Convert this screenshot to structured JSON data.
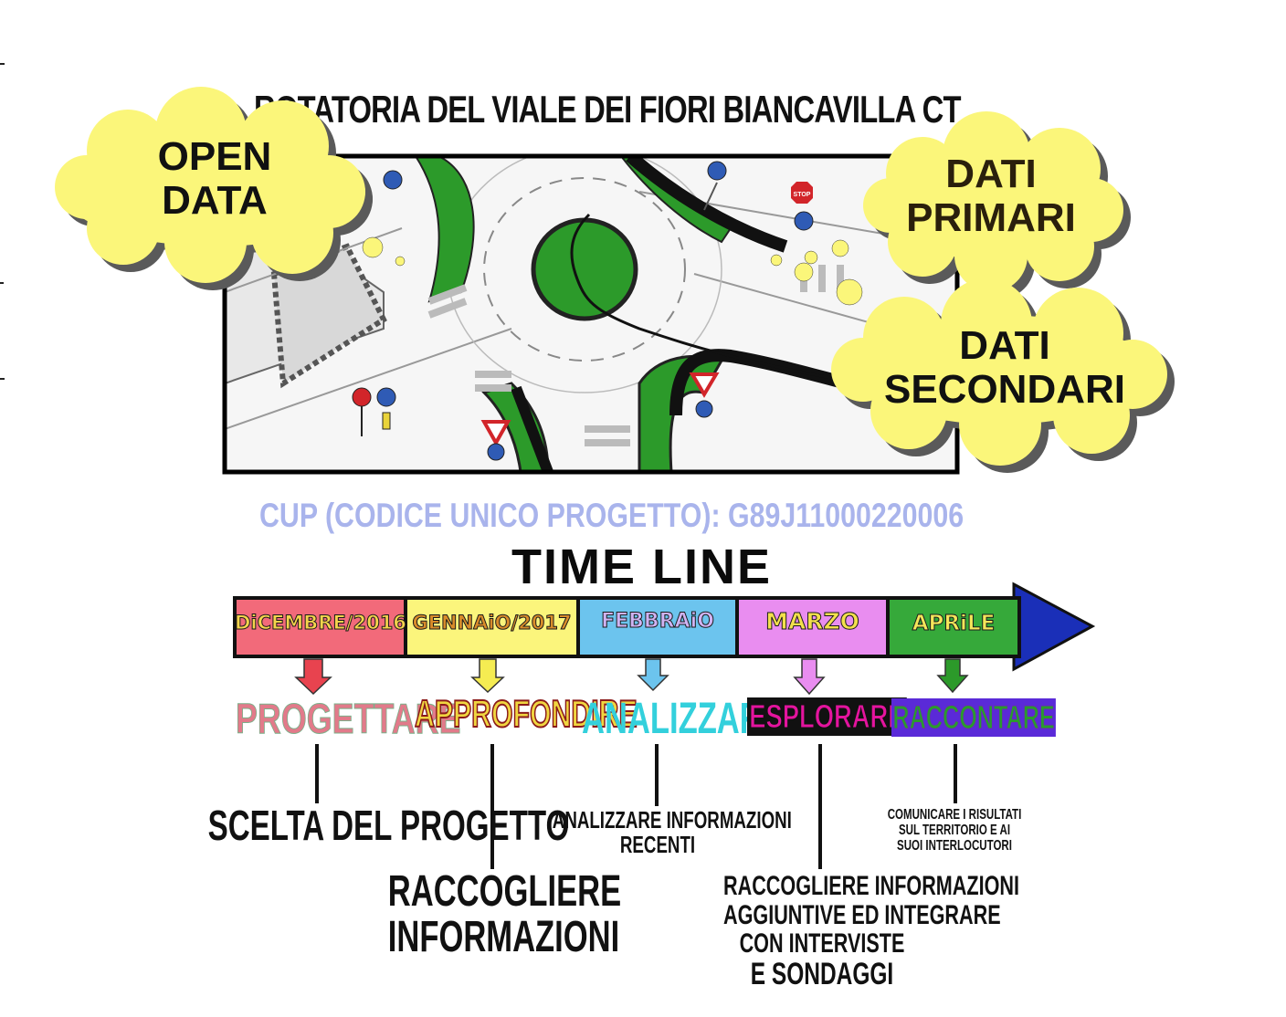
{
  "title": "ROTATORIA DEL VIALE DEI FIORI BIANCAVILLA CT",
  "clouds": {
    "open_data": [
      "OPEN",
      "DATA"
    ],
    "dati_primari": [
      "DATI",
      "PRIMARI"
    ],
    "dati_secondari": [
      "DATI",
      "SECONDARI"
    ]
  },
  "sign_stop": "STOP",
  "cup": "CUP (CODICE UNICO PROGETTO): G89J11000220006",
  "timeline_title": "TIME LINE",
  "months": [
    {
      "label": "DiCEMBRE/2016",
      "fill": "#f26a7a",
      "text_color": "#f5d44c"
    },
    {
      "label": "GENNAiO/2017",
      "fill": "#fbf57c",
      "text_color": "#d98c2a"
    },
    {
      "label": "FEBBRAiO",
      "fill": "#6cc4ee",
      "text_color": "#d0b3f2"
    },
    {
      "label": "MARZO",
      "fill": "#e98df0",
      "text_color": "#f3e04c"
    },
    {
      "label": "APRiLE",
      "fill": "#36a93a",
      "text_color": "#f5e65a"
    }
  ],
  "verbs": [
    {
      "label": "PROGETTARE",
      "color": "#e27a8a"
    },
    {
      "label": "APPROFONDIRE",
      "color": "#f0d640"
    },
    {
      "label": "ANALIZZARE",
      "color": "#33d0dc"
    },
    {
      "label": "ESPLORARE",
      "color": "#e4149e"
    },
    {
      "label": "RACCONTARE",
      "color": "#2a9a2e"
    }
  ],
  "descriptions": {
    "progettare": [
      "SCELTA DEL PROGETTO"
    ],
    "approfondire": [
      "RACCOGLIERE",
      "INFORMAZIONI"
    ],
    "analizzare": [
      "ANALIZZARE INFORMAZIONI",
      "RECENTI"
    ],
    "esplorare": [
      "RACCOGLIERE INFORMAZIONI",
      "AGGIUNTIVE ED INTEGRARE",
      "CON INTERVISTE",
      "E SONDAGGI"
    ],
    "raccontare": [
      "COMUNICARE I RISULTATI",
      "SUL TERRITORIO E AI",
      "SUOI INTERLOCUTORI"
    ]
  },
  "colors": {
    "arrow_head": "#1a2fb8",
    "cloud_fill": "#fbf67a",
    "road_green": "#2c9a2a"
  }
}
